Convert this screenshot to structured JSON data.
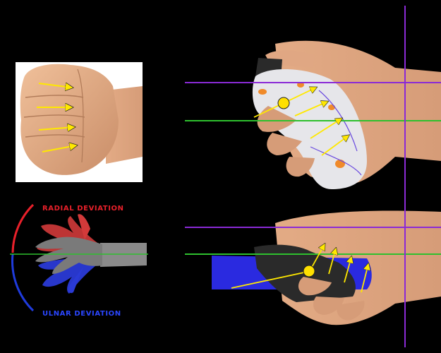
{
  "labels": {
    "radial": "RADIAL DEVIATION",
    "ulnar": "ULNAR DEVIATION"
  },
  "colors": {
    "background": "#000000",
    "skin": "#e7b189",
    "skin_shadow": "#c98d68",
    "arrow": "#ffe800",
    "pivot": "#ffe000",
    "purple_line": "#8a2ad6",
    "green_line": "#2ec02e",
    "radial": "#e8202a",
    "ulnar": "#1f3bdc",
    "neutral_hand": "#7a7a7a",
    "sleeve_blue": "#2a2ae0",
    "device_white": "#e6e6ea",
    "device_orange": "#f08a2a",
    "device_dark": "#2a2a2a"
  },
  "panels": {
    "fist": {
      "name": "clenched-fist-photo"
    },
    "deviation": {
      "name": "wrist-deviation-diagram"
    },
    "grip_top": {
      "name": "grip-top-view-photo"
    },
    "grip_side": {
      "name": "grip-side-view-photo"
    }
  }
}
